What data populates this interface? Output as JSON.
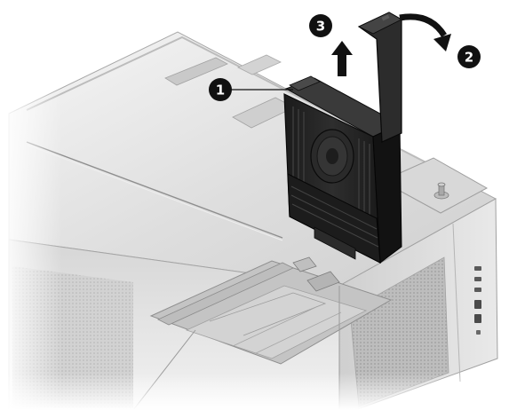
{
  "figure": {
    "callouts": [
      {
        "number": "1"
      },
      {
        "number": "2"
      },
      {
        "number": "3"
      }
    ]
  },
  "colors": {
    "chassis_light": "#e4e4e4",
    "chassis_mid": "#cfcfcf",
    "chassis_edge": "#9a9a9a",
    "module_dark": "#262626",
    "module_black": "#141414",
    "callout_fill": "#111111",
    "callout_text": "#ffffff"
  },
  "icons": {
    "callout_1": "numbered-callout-circle",
    "callout_2": "numbered-callout-circle",
    "callout_3": "numbered-callout-circle",
    "lift_direction": "up-arrow",
    "rotate_direction": "curved-arrow"
  }
}
